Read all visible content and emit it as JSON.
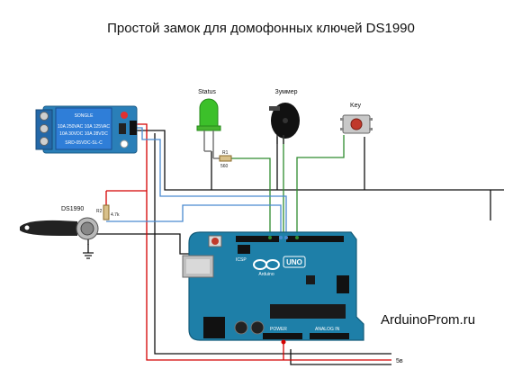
{
  "title": "Простой замок для домофонных ключей DS1990",
  "labels": {
    "status": "Status",
    "buzzer": "Зуммер",
    "key": "Key",
    "ds1990": "DS1990",
    "resistor_r1": "R1",
    "resistor_r1_value": "560",
    "resistor_r2": "R2",
    "resistor_r2_value": "4.7k",
    "power": "5в",
    "site": "ArduinoProm.ru"
  },
  "relay": {
    "brand": "SONGLE",
    "spec_line1": "10A 250VAC 10A 125VAC",
    "spec_line2": "10A 30VDC 10A 28VDC",
    "model": "SRD-05VDC-SL-C"
  },
  "arduino": {
    "name": "UNO",
    "brand": "Arduino",
    "icsp": "ICSP",
    "power_header": "POWER",
    "analog_header": "ANALOG IN"
  },
  "colors": {
    "board": "#1e7fa8",
    "relay_board": "#2a7fb8",
    "wire_black": "#111111",
    "wire_red": "#d40000",
    "wire_green": "#2e8b2e",
    "wire_blue": "#4a8ad0",
    "led": "#3cc02a"
  }
}
